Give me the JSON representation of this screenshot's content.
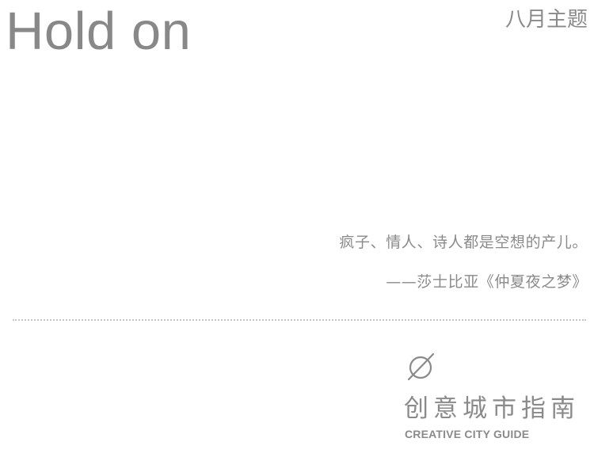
{
  "header": {
    "title": "Hold on",
    "theme_label": "八月主题"
  },
  "quote": {
    "text": "疯子、情人、诗人都是空想的产儿。",
    "attribution": "——莎士比亚《仲夏夜之梦》"
  },
  "brand": {
    "icon": "empty-set-icon",
    "name_cn": "创意城市指南",
    "name_en": "CREATIVE CITY GUIDE"
  },
  "colors": {
    "text": "#8a8a8a",
    "divider": "#c8c8c8",
    "background": "#ffffff"
  }
}
